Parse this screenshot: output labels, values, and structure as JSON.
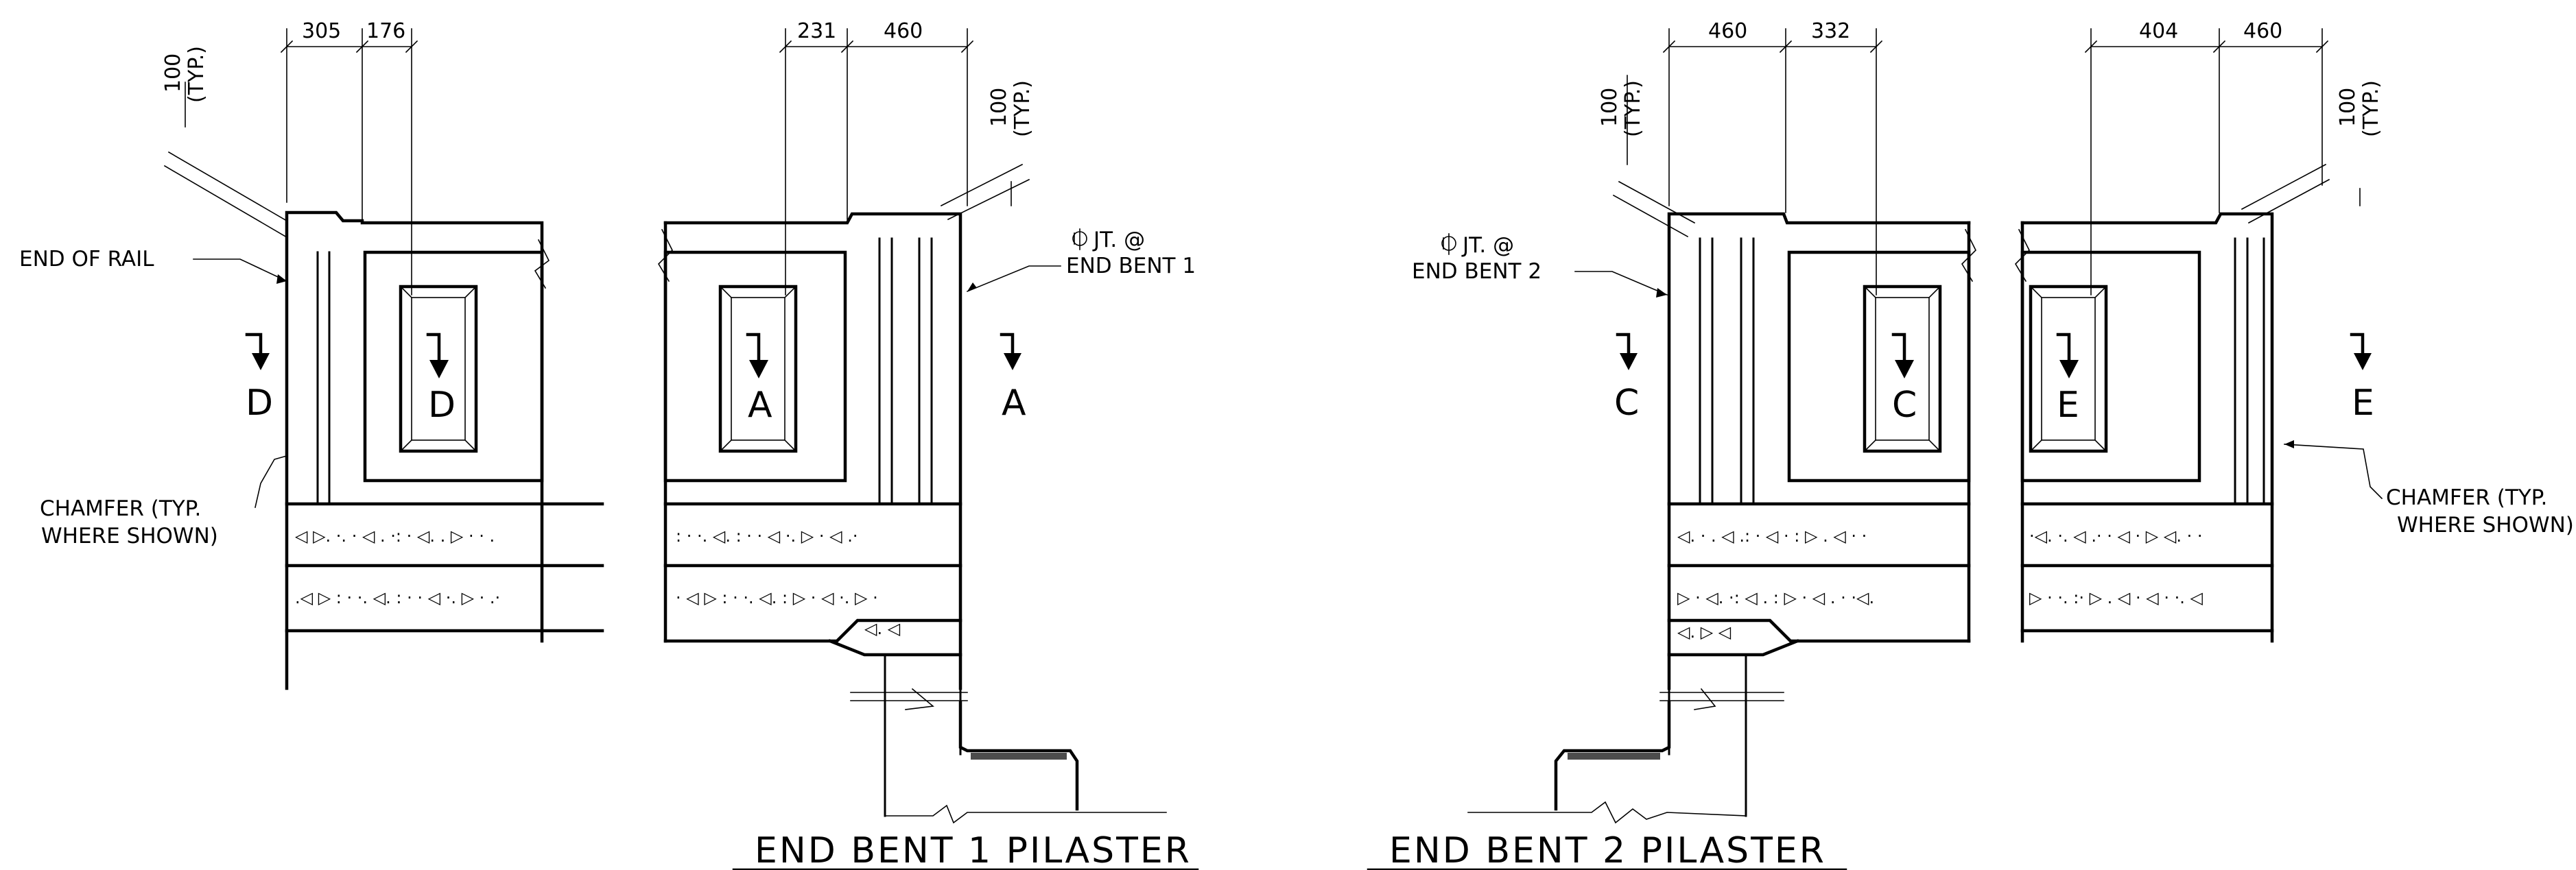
{
  "dimensions": {
    "d305": "305",
    "d176": "176",
    "d231": "231",
    "d460a": "460",
    "d460b": "460",
    "d332": "332",
    "d404": "404",
    "d460c": "460",
    "d100": "100",
    "typ": "(TYP.)"
  },
  "notes": {
    "end_of_rail": "END OF RAIL",
    "chamfer_l1": "CHAMFER (TYP.",
    "chamfer_l2": "WHERE SHOWN)",
    "cl_jt": "JT. @",
    "end_bent_1": "END BENT 1",
    "end_bent_2": "END BENT 2"
  },
  "sections": {
    "D": "D",
    "A": "A",
    "C": "C",
    "E": "E"
  },
  "titles": {
    "left": "END BENT 1 PILASTER",
    "right": "END BENT 2 PILASTER"
  },
  "symbols": {
    "centerline": "centerline-symbol",
    "section_arrow": "section-cut-arrow-icon"
  }
}
